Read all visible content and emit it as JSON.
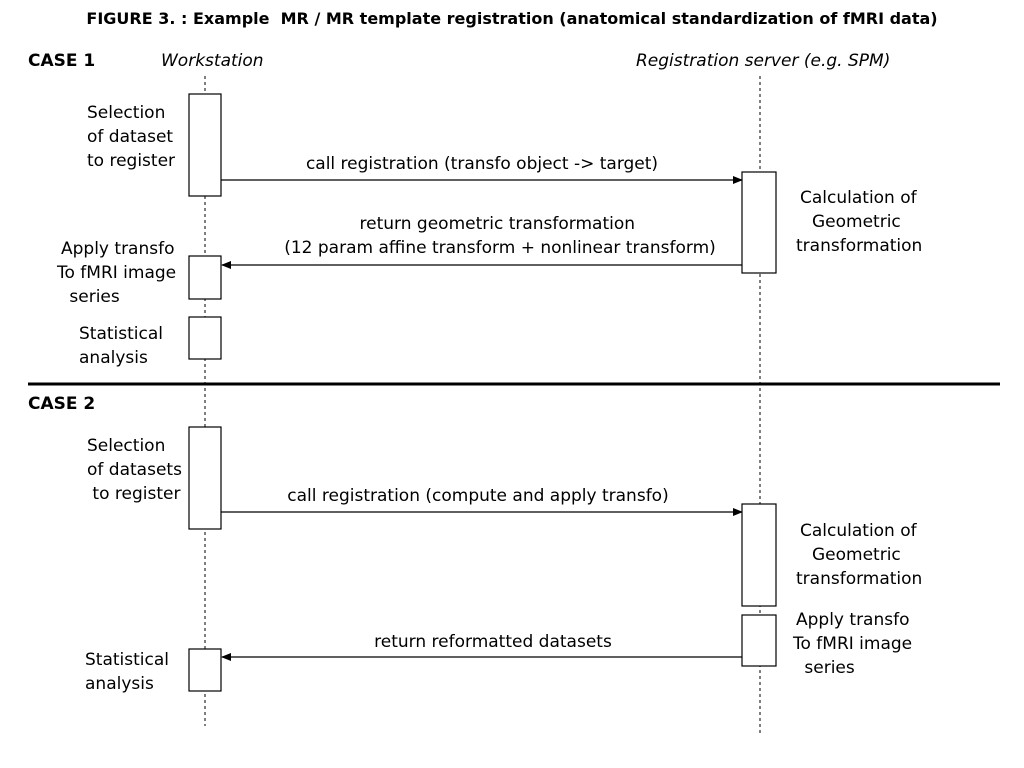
{
  "title": "FIGURE 3. : Example  MR / MR template registration (anatomical standardization of fMRI data)",
  "headers": {
    "workstation": "Workstation",
    "server": "Registration server (e.g. SPM)"
  },
  "case1": {
    "label": "CASE 1",
    "selection": [
      "Selection",
      "of dataset",
      "to register"
    ],
    "call": "call registration (transfo object -> target)",
    "calc": [
      "Calculation of",
      "Geometric",
      "transformation"
    ],
    "return_lines": [
      "return geometric transformation",
      "(12 param affine transform + nonlinear transform)"
    ],
    "apply": [
      "Apply transfo",
      "To fMRI image",
      " series"
    ],
    "stats": [
      "Statistical",
      "analysis"
    ]
  },
  "case2": {
    "label": "CASE 2",
    "selection": [
      "Selection",
      "of datasets",
      " to register"
    ],
    "call": "call registration (compute and apply transfo)",
    "calc": [
      "Calculation of",
      "Geometric",
      "transformation"
    ],
    "apply": [
      "Apply transfo",
      "To fMRI image",
      " series"
    ],
    "return": "return reformatted datasets",
    "stats": [
      "Statistical",
      "analysis"
    ]
  }
}
